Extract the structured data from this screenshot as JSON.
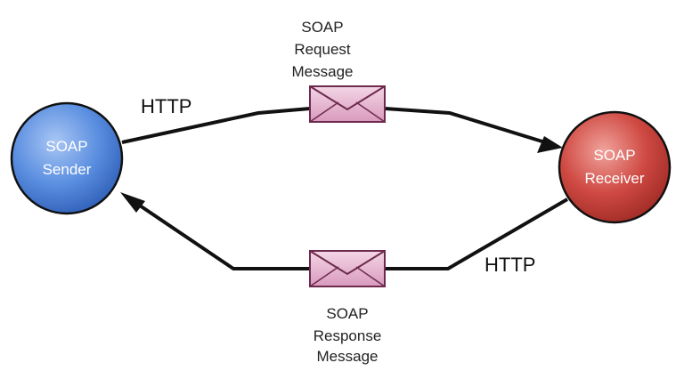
{
  "diagram": {
    "sender": {
      "line1": "SOAP",
      "line2": "Sender"
    },
    "receiver": {
      "line1": "SOAP",
      "line2": "Receiver"
    },
    "request": {
      "protocol": "HTTP",
      "line1": "SOAP",
      "line2": "Request",
      "line3": "Message"
    },
    "response": {
      "protocol": "HTTP",
      "line1": "SOAP",
      "line2": "Response",
      "line3": "Message"
    }
  },
  "colors": {
    "sender_fill": "#5b8fe0",
    "receiver_fill": "#cf4a43",
    "envelope_fill": "#e7bfd6",
    "envelope_stroke": "#6d2a4d",
    "line": "#111111"
  }
}
